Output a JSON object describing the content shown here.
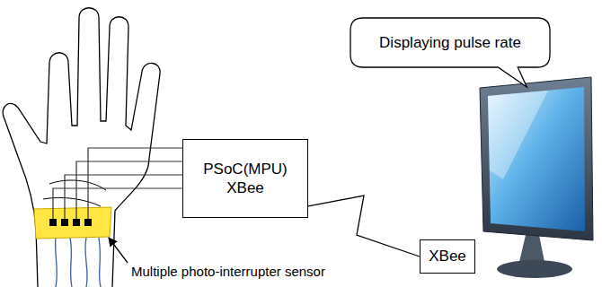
{
  "diagram": {
    "nodes": [
      {
        "text": [
          "Displaying pulse rate"
        ]
      },
      {
        "text": [
          "PSoC(MPU) XBee"
        ]
      },
      {
        "text": [
          "XBee"
        ]
      }
    ],
    "edges": [
      {
        "from": 1,
        "to": 2,
        "arrow": "none"
      }
    ],
    "labels": [
      "Multiple photo-interrupter sensor"
    ]
  }
}
